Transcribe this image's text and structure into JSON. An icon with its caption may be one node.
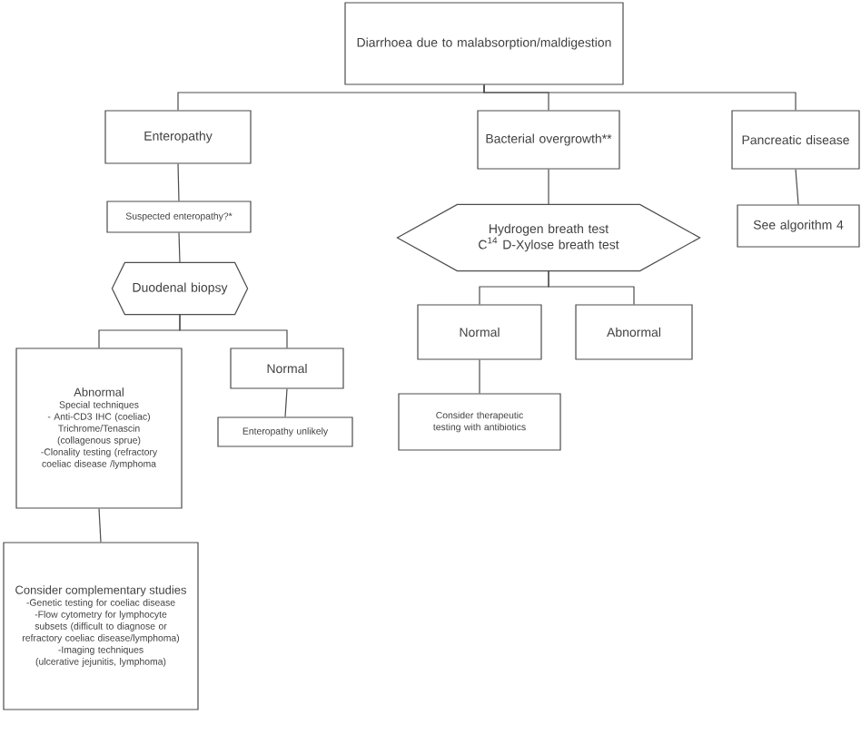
{
  "diagram": {
    "nodes": [
      {
        "text": [
          "Diarrhoea due to malabsorption/maldigestion"
        ]
      },
      {
        "text": [
          "Enteropathy"
        ]
      },
      {
        "text": [
          "Bacterial overgrowth**"
        ]
      },
      {
        "text": [
          "Pancreatic disease"
        ]
      },
      {
        "text": [
          "Suspected enteropathy?*"
        ]
      },
      {
        "text": [
          "Hydrogen breath test",
          "C$^{14}$ D-Xylose breath test"
        ]
      },
      {
        "text": [
          "See algorithm 4"
        ]
      },
      {
        "text": [
          "Duodenal biopsy"
        ]
      },
      {
        "text": [
          "Abnormal",
          "Special techniques",
          "- Anti-CD3 IHC (coeliac)",
          "Trichrome/Tenascin (collagenous sprue)",
          "-Clonality testing (refractory coeliac disease /lymphoma"
        ]
      },
      {
        "text": [
          "Normal"
        ]
      },
      {
        "text": [
          "Enteropathy unlikely"
        ]
      },
      {
        "text": [
          "Consider complementary studies",
          "-Genetic testing for coeliac disease",
          "-Flow cytometry for lymphocyte subsets (difficult to diagnose or refractory coeliac disease/lymphoma)",
          "-Imaging techniques (ulcerative jejunitis, lymphoma)"
        ]
      },
      {
        "text": [
          "Normal"
        ]
      },
      {
        "text": [
          "Abnormal"
        ]
      },
      {
        "text": [
          "Consider therapeutic testing with antibiotics"
        ]
      }
    ],
    "edges": [
      {
        "from": 0,
        "to": 1,
        "arrow": "none"
      },
      {
        "from": 0,
        "to": 2,
        "arrow": "none"
      },
      {
        "from": 0,
        "to": 3,
        "arrow": "none"
      },
      {
        "from": 1,
        "to": 4,
        "arrow": "none"
      },
      {
        "from": 4,
        "to": 7,
        "arrow": "none"
      },
      {
        "from": 7,
        "to": 8,
        "arrow": "none"
      },
      {
        "from": 7,
        "to": 9,
        "arrow": "none"
      },
      {
        "from": 9,
        "to": 10,
        "arrow": "none"
      },
      {
        "from": 8,
        "to": 11,
        "arrow": "none"
      },
      {
        "from": 2,
        "to": 5,
        "arrow": "none"
      },
      {
        "from": 5,
        "to": 12,
        "arrow": "none"
      },
      {
        "from": 5,
        "to": 13,
        "arrow": "none"
      },
      {
        "from": 12,
        "to": 14,
        "arrow": "none"
      },
      {
        "from": 3,
        "to": 6,
        "arrow": "none"
      }
    ]
  }
}
